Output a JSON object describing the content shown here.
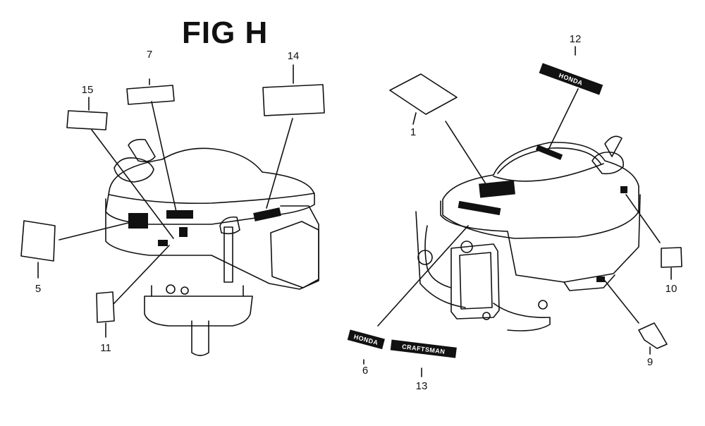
{
  "figure": {
    "title": "FIG H"
  },
  "callouts": {
    "c1": "1",
    "c5": "5",
    "c6": "6",
    "c7": "7",
    "c9": "9",
    "c10": "10",
    "c11": "11",
    "c12": "12",
    "c13": "13",
    "c14": "14",
    "c15": "15"
  },
  "decals": {
    "honda_small": "HONDA",
    "craftsman": "CRAFTSMAN",
    "honda_top": "HONDA"
  },
  "colors": {
    "ink": "#111111",
    "paper": "#ffffff"
  }
}
